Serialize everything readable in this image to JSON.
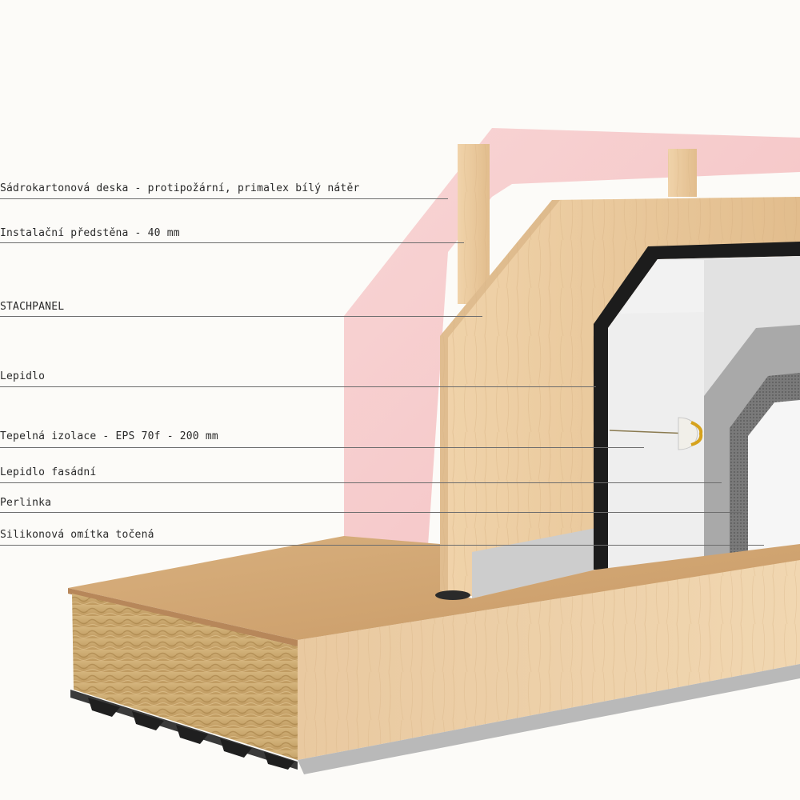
{
  "labels": [
    {
      "id": "sadrokarton",
      "text": "Sádrokartonová deska - protipožární, primalex bílý nátěr"
    },
    {
      "id": "predstena",
      "text": "Instalační předstěna - 40 mm"
    },
    {
      "id": "stachpanel",
      "text": "STACHPANEL"
    },
    {
      "id": "lepidlo",
      "text": "Lepidlo"
    },
    {
      "id": "izolace",
      "text": "Tepelná izolace - EPS 70f - 200 mm"
    },
    {
      "id": "lepidlo-fasadni",
      "text": "Lepidlo fasádní"
    },
    {
      "id": "perlinka",
      "text": "Perlinka"
    },
    {
      "id": "omitka",
      "text": "Silikonová omítka točená"
    }
  ],
  "colors": {
    "background": "#fcfbf8",
    "gypsum_board": "#f6c9cb",
    "timber": "#e8c9a0",
    "timber_dark": "#d4a574",
    "bitumen": "#1c1c1c",
    "eps": "#ececec",
    "adhesive": "#a9a9a9",
    "mesh": "#6f6f6f",
    "render": "#f5f5f5",
    "mineral_wool": "#c8a66c",
    "trapezoidal_sheet": "#2e2e2e",
    "leader_line": "#6d6d6d"
  },
  "icons": [
    "insulation-anchor-icon"
  ]
}
